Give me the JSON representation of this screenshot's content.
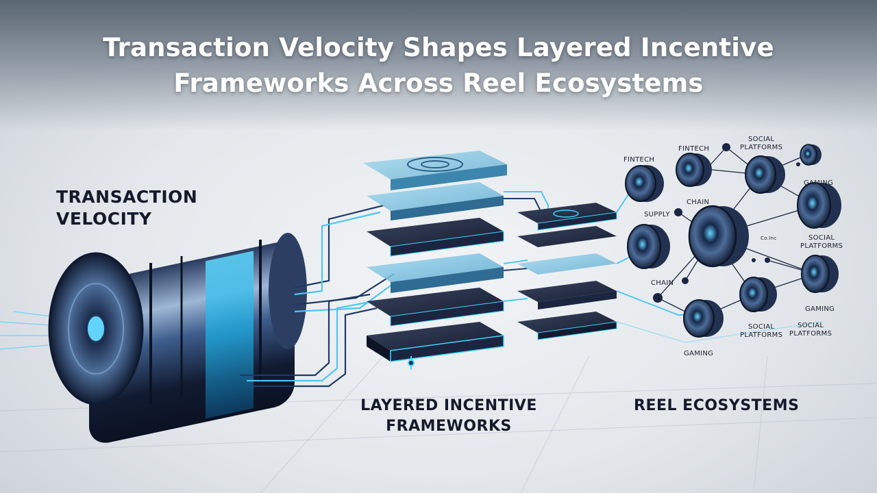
{
  "title": {
    "line1": "Transaction Velocity Shapes Layered Incentive",
    "line2": "Frameworks Across Reel Ecosystems"
  },
  "labels": {
    "velocity_line1": "TRANSACTION",
    "velocity_line2": "VELOCITY",
    "frameworks_line1": "LAYERED INCENTIVE",
    "frameworks_line2": "FRAMEWORKS",
    "reel": "REEL ECOSYSTEMS"
  },
  "ecosystem_nodes": {
    "fintech_1": "FINTECH",
    "fintech_2": "FINTECH",
    "social_top_1": "SOCIAL",
    "social_top_2": "PLATFORMS",
    "gaming_top": "GAMING",
    "supply": "SUPPLY",
    "chain_mid": "CHAIN",
    "social_right_1": "SOCIAL",
    "social_right_2": "PLATFORMS",
    "chain_low": "CHAIN",
    "gaming_right": "GAMING",
    "social_bl_1": "SOCIAL",
    "social_bl_2": "PLATFORMS",
    "social_br_1": "SOCIAL",
    "social_br_2": "PLATFORMS",
    "gaming_bottom": "GAMING",
    "small_tag": "Co.Inc"
  },
  "colors": {
    "glow": "#3fd4ff",
    "dark_navy": "#15203a",
    "steel": "#34507a",
    "text_dark": "#141a2a"
  }
}
